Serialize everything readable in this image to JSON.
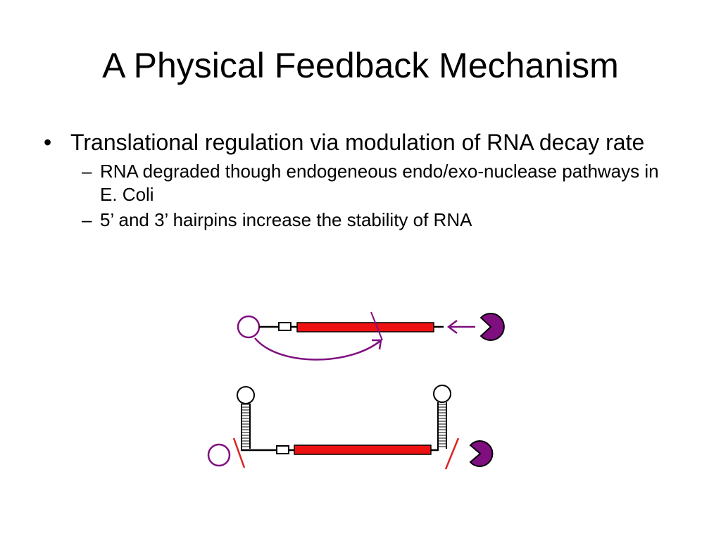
{
  "slide": {
    "title": "A Physical Feedback Mechanism",
    "bullet_mark": "•",
    "dash_mark": "–",
    "bullets": [
      {
        "text": "Translational regulation via modulation of RNA decay rate",
        "subbullets": [
          "RNA degraded though endogeneous endo/exo-nuclease pathways in E. Coli",
          "5’ and 3’ hairpins increase the stability of RNA"
        ]
      }
    ]
  },
  "diagram": {
    "colors": {
      "rna_bar": "#ee1111",
      "nuclease": "#7f0f7f",
      "cut_mark": "#dd2222",
      "outline": "#000000"
    },
    "icons": [
      "endonuclease-circle-icon",
      "exonuclease-pacman-icon",
      "hairpin-icon"
    ]
  }
}
